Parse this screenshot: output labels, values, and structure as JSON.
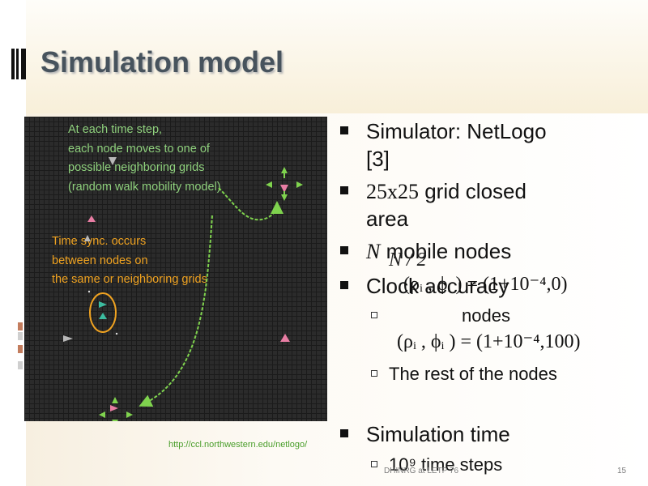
{
  "slide": {
    "title": "Simulation model",
    "footer_text": "DHINRG at LETP 76",
    "page_number": "15"
  },
  "panel": {
    "green_annotation": [
      "At each time step,",
      "each node moves to one of",
      "possible neighboring grids",
      "(random walk mobility model)"
    ],
    "orange_annotation": [
      "Time sync. occurs",
      "between nodes on",
      "the same or neighboring grids"
    ],
    "url": "http://ccl.northwestern.edu/netlogo/",
    "colors": {
      "green_text": "#8fd17d",
      "orange_text": "#f0a321",
      "arrow_green": "#7fd34e",
      "node_pink": "#e87da3",
      "node_teal": "#3cbca0",
      "node_gray": "#b8b8b8"
    }
  },
  "bullets": {
    "simulator_line1": "Simulator: NetLogo",
    "simulator_line2": "[3]",
    "grid_size": "25x25",
    "grid_line1_rest": " grid closed",
    "grid_line2": "area",
    "nodes_var": "N",
    "nodes_rest": " mobile nodes",
    "overlap_n_half": "N / 2",
    "clock_label": "Clock accuracy",
    "formula_top": "(ρᵢ , ϕᵢ ) = (1+10⁻⁴,0)",
    "sub_nodes": "nodes",
    "formula_bottom": "(ρᵢ , ϕᵢ ) = (1+10⁻⁴,100)",
    "sub_rest": "The rest of the nodes",
    "sim_time": "Simulation time",
    "time_steps": "10⁹ time steps"
  }
}
